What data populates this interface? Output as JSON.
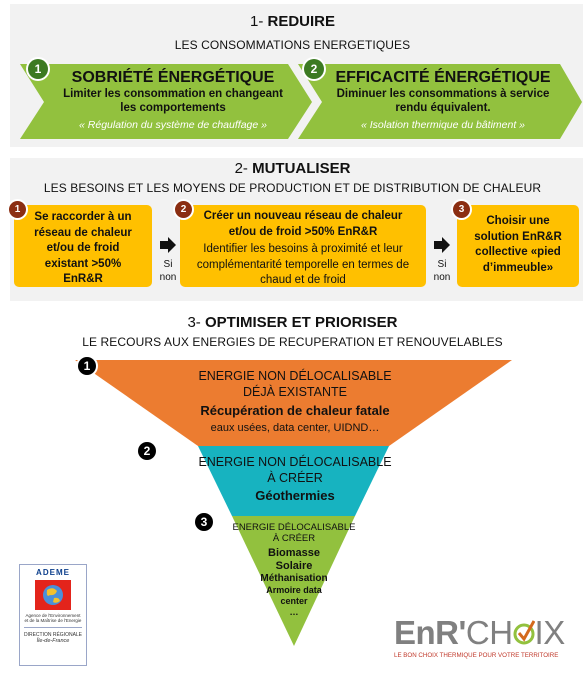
{
  "section1": {
    "title_number": "1- ",
    "title_bold": "REDUIRE",
    "subtitle": "LES CONSOMMATIONS ENERGETIQUES",
    "steps": [
      {
        "number": "1",
        "title": "SOBRIÉTÉ ÉNERGÉTIQUE",
        "body": "Limiter les consommation en changeant les comportements",
        "quote": "« Régulation du système de chauffage »"
      },
      {
        "number": "2",
        "title": "EFFICACITÉ ÉNERGÉTIQUE",
        "body": "Diminuer les consommations à service rendu équivalent.",
        "quote": "« Isolation thermique du bâtiment »"
      }
    ]
  },
  "section2": {
    "title_number": "2- ",
    "title_bold": "MUTUALISER",
    "subtitle": "LES BESOINS ET LES MOYENS DE PRODUCTION ET DE DISTRIBUTION DE CHALEUR",
    "boxes": [
      {
        "number": "1",
        "text": "Se raccorder à un réseau de chaleur et/ou de froid existant >50% EnR&R"
      },
      {
        "number": "2",
        "text_bold": "Créer un nouveau réseau de chaleur et/ou de froid  >50% EnR&R",
        "text": "Identifier les besoins à proximité et leur complémentarité temporelle en termes de chaud et de froid"
      },
      {
        "number": "3",
        "text": "Choisir une solution EnR&R collective «pied d’immeuble»"
      }
    ],
    "connector_label_1": "Si",
    "connector_label_2": "non"
  },
  "section3": {
    "title_number": "3- ",
    "title_bold": "OPTIMISER ET PRIORISER",
    "subtitle": "LE RECOURS AUX ENERGIES DE RECUPERATION ET RENOUVELABLES",
    "levels": [
      {
        "number": "1",
        "line1": "ENERGIE NON DÉLOCALISABLE",
        "line2": "DÉJÀ EXISTANTE",
        "bold": "Récupération de chaleur fatale",
        "detail": "eaux usées, data center, UIDND…"
      },
      {
        "number": "2",
        "line1": "ENERGIE NON DÉLOCALISABLE",
        "line2": "À CRÉER",
        "bold": "Géothermies"
      },
      {
        "number": "3",
        "line1": "ENERGIE DÉLOCALISABLE",
        "line2": "À CRÉER",
        "items": [
          "Biomasse",
          "Solaire",
          "Méthanisation",
          "Armoire data",
          "center",
          "…"
        ]
      }
    ]
  },
  "logos": {
    "ademe": {
      "name": "ADEME",
      "agency": "Agence de l'Environnement et de la Maîtrise de l'Energie",
      "direction": "DIRECTION RÉGIONALE",
      "region": "Île-de-France"
    },
    "enrchoix": {
      "name_part1": "EnR'",
      "name_part2": "CH",
      "name_part3": "IX",
      "tagline": "LE BON CHOIX THERMIQUE POUR VOTRE TERRITOIRE"
    }
  },
  "colors": {
    "green": "#92c13e",
    "green_dark": "#3c7a22",
    "yellow": "#ffc000",
    "brown": "#8b2e12",
    "orange": "#ec7c30",
    "teal": "#17b3c0",
    "black": "#000000"
  }
}
